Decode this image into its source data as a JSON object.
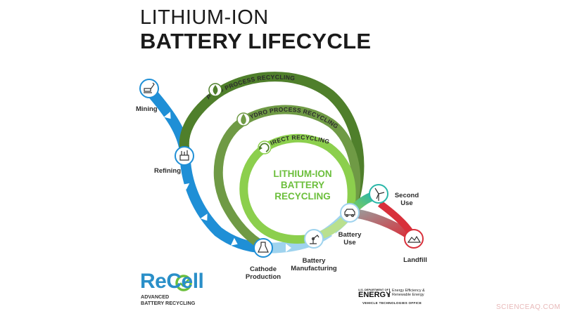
{
  "title": {
    "line1": "LITHIUM-ION",
    "line2": "BATTERY LIFECYCLE"
  },
  "stages": {
    "mining": "Mining",
    "refining": "Refining",
    "cathode_line1": "Cathode",
    "cathode_line2": "Production",
    "manufacturing_line1": "Battery",
    "manufacturing_line2": "Manufacturing",
    "use_line1": "Battery",
    "use_line2": "Use",
    "second_line1": "Second",
    "second_line2": "Use",
    "landfill": "Landfill"
  },
  "recycling": {
    "pyro": "PYRO PROCESS RECYCLING",
    "hydro": "HYDRO PROCESS RECYCLING",
    "direct": "DIRECT RECYCLING"
  },
  "center": {
    "line1": "LITHIUM-ION",
    "line2": "BATTERY",
    "line3": "RECYCLING"
  },
  "logo": {
    "name": "ReCell",
    "sub_line1": "ADVANCED",
    "sub_line2": "BATTERY RECYCLING"
  },
  "doe": {
    "dept": "U.S. DEPARTMENT OF",
    "energy": "ENERGY",
    "office_line1": "Energy Efficiency &",
    "office_line2": "Renewable Energy",
    "vto": "VEHICLE TECHNOLOGIES OFFICE"
  },
  "watermark": "SCIENCEAQ.COM",
  "icons": [
    "excavator-icon",
    "refinery-icon",
    "flask-icon",
    "robot-arm-icon",
    "car-icon",
    "wind-turbine-icon",
    "landfill-icon",
    "flame-icon",
    "droplet-icon",
    "recycle-arrow-icon"
  ],
  "colors": {
    "blue": "#1f8fd6",
    "light_blue": "#9fd3ee",
    "green_dark": "#4f7f2b",
    "green_mid": "#6f9a45",
    "green_light": "#8ccf4d",
    "teal": "#2ab7a9",
    "red": "#d8303b"
  }
}
